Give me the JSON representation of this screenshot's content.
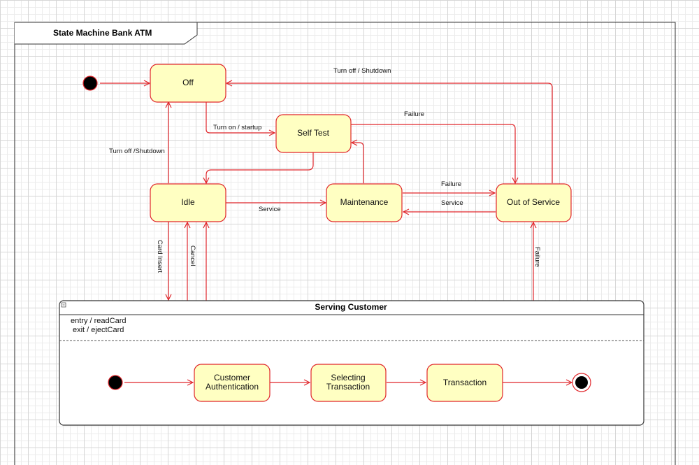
{
  "diagram": {
    "frame_title": "State Machine Bank ATM",
    "states": {
      "off": "Off",
      "self_test": "Self Test",
      "idle": "Idle",
      "maintenance": "Maintenance",
      "out_of_service": "Out of Service",
      "customer_auth": [
        "Customer",
        "Authentication"
      ],
      "selecting_tx": [
        "Selecting",
        "Transaction"
      ],
      "transaction": "Transaction"
    },
    "composite": {
      "title": "Serving Customer",
      "entry_action": "entry / readCard",
      "exit_action": "exit / ejectCard"
    },
    "transitions": {
      "turn_on_startup": "Turn on / startup",
      "failure_selftest": "Failure",
      "failure_maint": "Failure",
      "service_back": "Service",
      "service_idle": "Service",
      "turn_off_oos": "Turn off / Shutdown",
      "turn_off_idle": "Turn off /Shutdown",
      "card_insert": "Card Insert",
      "cancel": "Cancel",
      "failure_serving": "Failure"
    },
    "colors": {
      "state_fill": "#ffffc2",
      "edge": "#e0262b"
    }
  }
}
